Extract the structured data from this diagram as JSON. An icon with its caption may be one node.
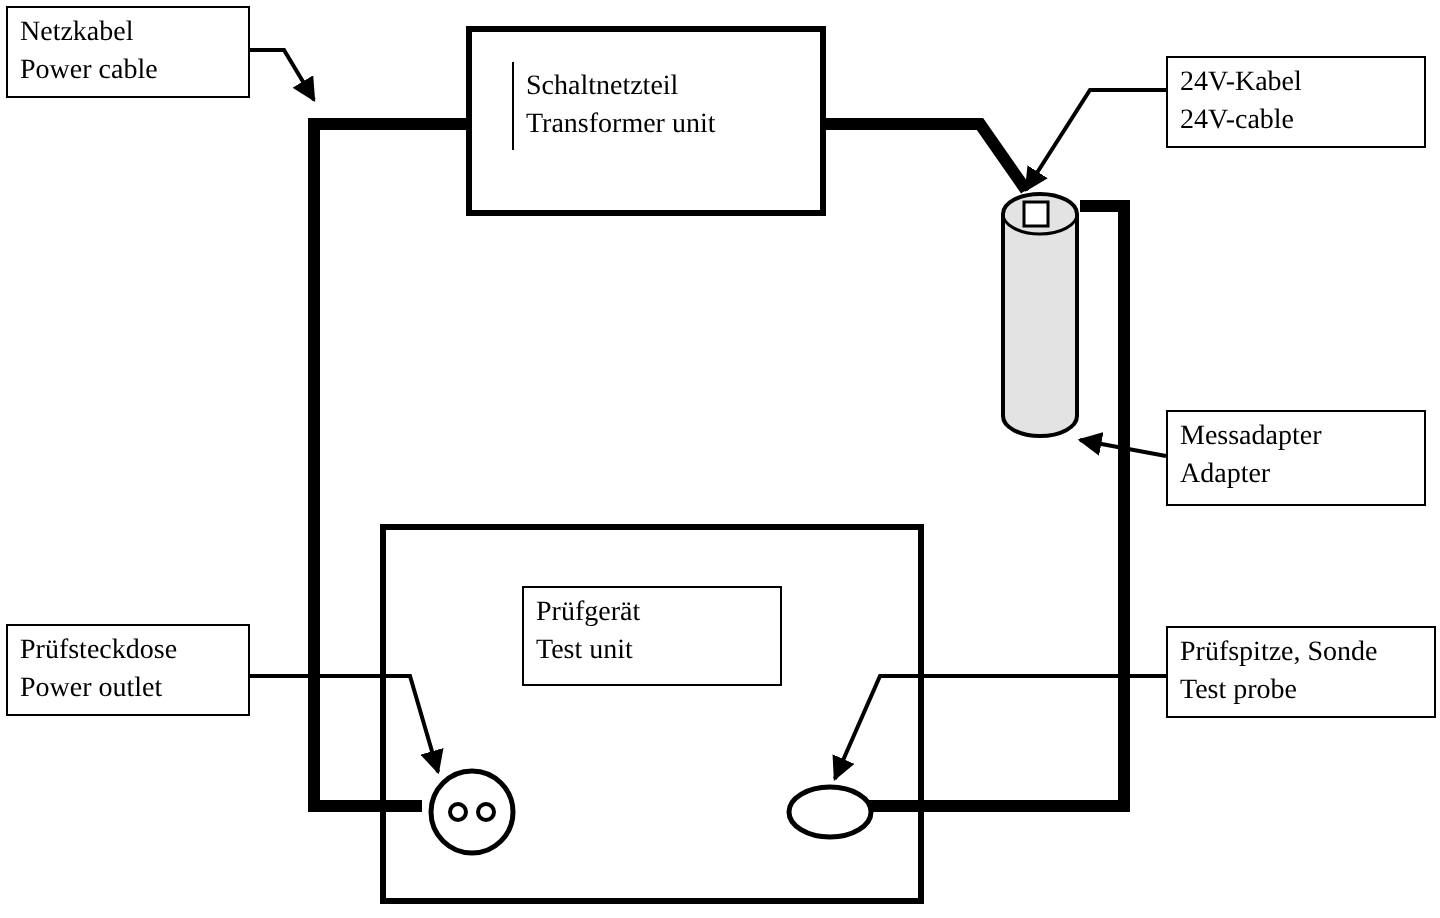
{
  "diagram": {
    "nodes": [
      {
        "text": [
          "Netzkabel",
          "Power cable"
        ]
      },
      {
        "text": [
          "Schaltnetzteil",
          "Transformer unit"
        ]
      },
      {
        "text": [
          "24V-Kabel",
          "24V-cable"
        ]
      },
      {
        "text": [],
        "shape": "cylinder"
      },
      {
        "text": [
          "Messadapter",
          "Adapter"
        ]
      },
      {
        "text": [],
        "shape": "box"
      },
      {
        "text": [
          "Prüfgerät",
          "Test unit"
        ],
        "in": 5
      },
      {
        "text": [
          "Prüfsteckdose",
          "Power outlet"
        ]
      },
      {
        "text": [],
        "shape": "circle",
        "in": 5
      },
      {
        "text": [
          "Prüfspitze, Sonde",
          "Test probe"
        ]
      },
      {
        "text": [],
        "shape": "ellipse",
        "in": 5
      }
    ],
    "edges": [
      {
        "from": 8,
        "to": 1,
        "arrow": "none",
        "style": "thick"
      },
      {
        "from": 1,
        "to": 3,
        "arrow": "none",
        "style": "thick"
      },
      {
        "from": 3,
        "to": 10,
        "arrow": "none",
        "style": "thick"
      },
      {
        "from": 0,
        "to": null,
        "arrow": "to"
      },
      {
        "from": 2,
        "to": 3,
        "arrow": "to"
      },
      {
        "from": 4,
        "to": 3,
        "arrow": "to"
      },
      {
        "from": 7,
        "to": 8,
        "arrow": "to"
      },
      {
        "from": 9,
        "to": 10,
        "arrow": "to"
      }
    ]
  }
}
